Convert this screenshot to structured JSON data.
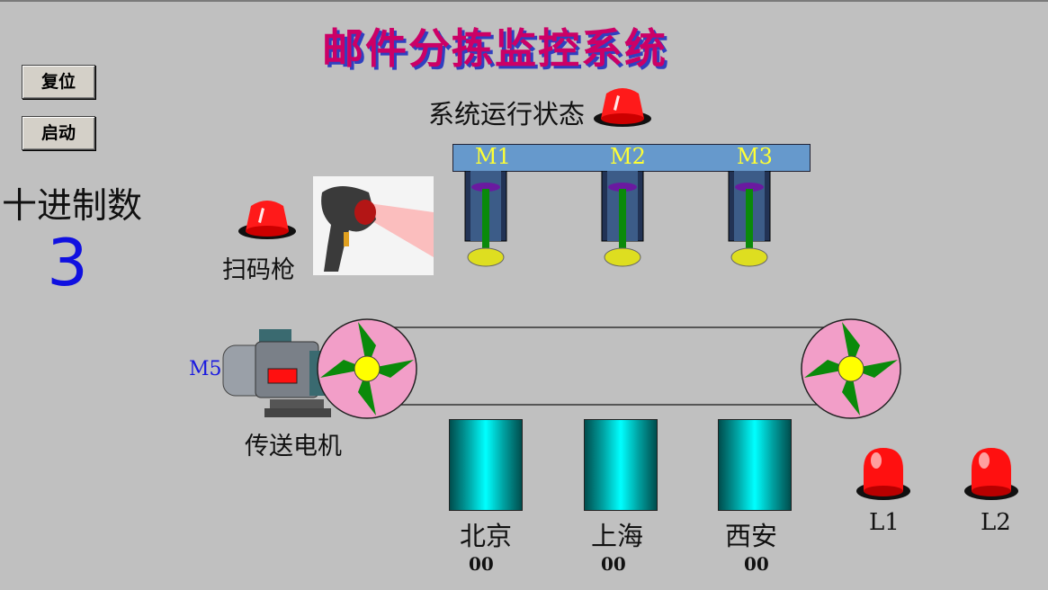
{
  "title": "邮件分拣监控系统",
  "controls": {
    "reset_label": "复位",
    "start_label": "启动"
  },
  "decimal": {
    "label": "十进制数",
    "value": "3"
  },
  "system_status": {
    "label": "系统运行状态",
    "color": "#ff0000"
  },
  "scanner": {
    "label": "扫码枪"
  },
  "pushers": [
    {
      "label": "M1"
    },
    {
      "label": "M2"
    },
    {
      "label": "M3"
    }
  ],
  "motor": {
    "id": "M5",
    "label": "传送电机"
  },
  "bins": [
    {
      "city": "北京",
      "count": "00"
    },
    {
      "city": "上海",
      "count": "00"
    },
    {
      "city": "西安",
      "count": "00"
    }
  ],
  "lamps": [
    {
      "label": "L1"
    },
    {
      "label": "L2"
    }
  ],
  "colors": {
    "title": "#cc0066",
    "title_shadow": "#3040c0",
    "beam": "#6699cc",
    "wheel": "#f29ec8",
    "bin": "#00ffff"
  }
}
